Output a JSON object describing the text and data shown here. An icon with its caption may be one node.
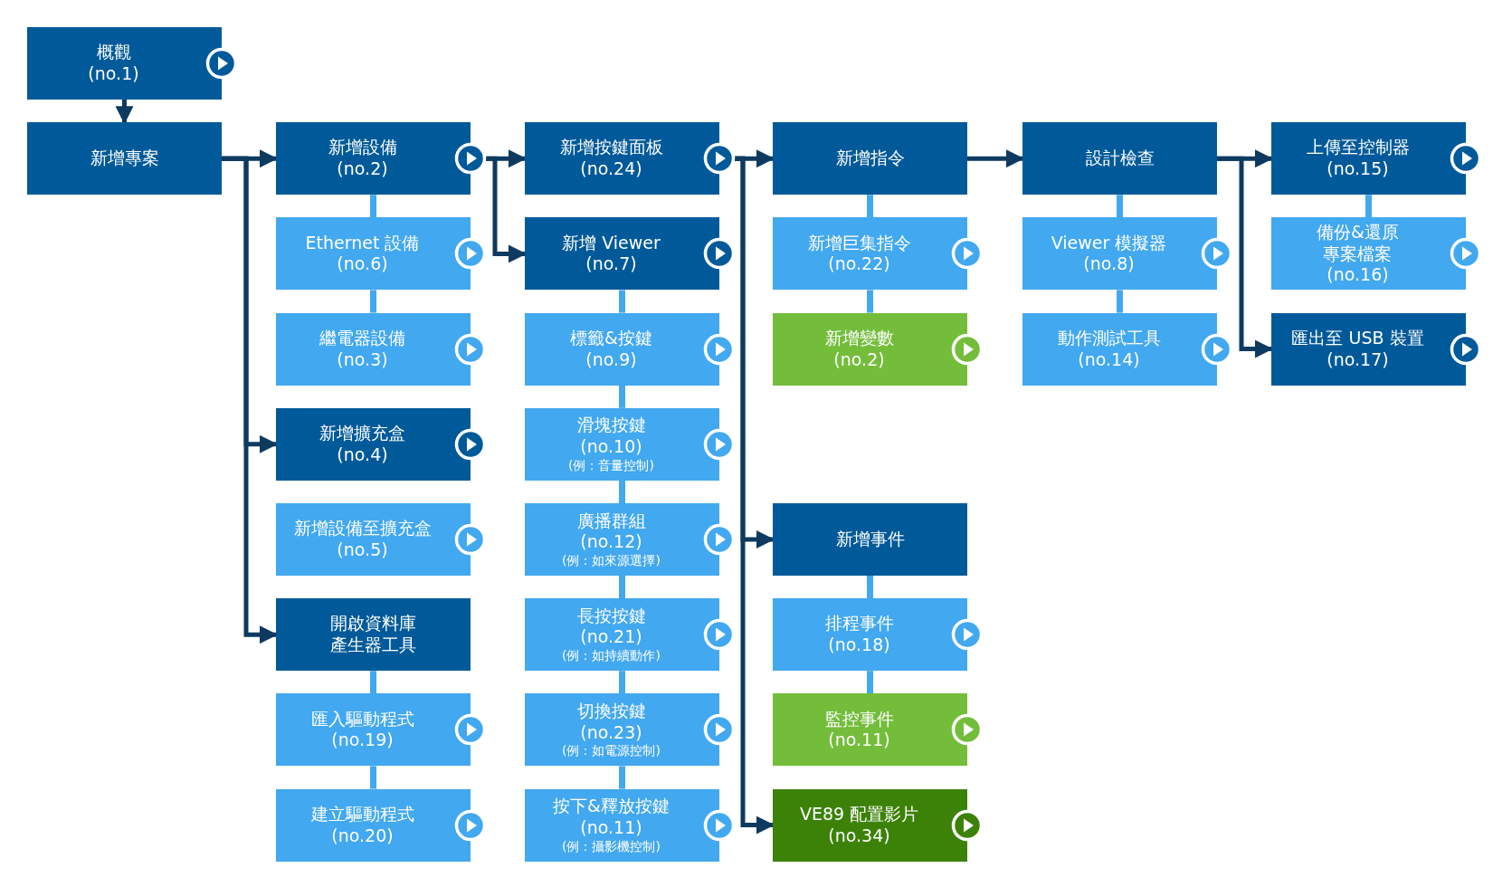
{
  "diagram": {
    "nodes": [
      {
        "text": [
          "概觀",
          "(no.1)"
        ]
      },
      {
        "text": [
          "新增專案"
        ]
      },
      {
        "text": [
          "新增設備",
          "(no.2)"
        ]
      },
      {
        "text": [
          "Ethernet 設備",
          "(no.6)"
        ]
      },
      {
        "text": [
          "繼電器設備",
          "(no.3)"
        ]
      },
      {
        "text": [
          "新增擴充盒",
          "(no.4)"
        ]
      },
      {
        "text": [
          "新增設備至擴充盒",
          "(no.5)"
        ]
      },
      {
        "text": [
          "開啟資料庫產生器工具"
        ]
      },
      {
        "text": [
          "匯入驅動程式",
          "(no.19)"
        ]
      },
      {
        "text": [
          "建立驅動程式",
          "(no.20)"
        ]
      },
      {
        "text": [
          "新增按鍵面板",
          "(no.24)"
        ]
      },
      {
        "text": [
          "新增 Viewer",
          "(no.7)"
        ]
      },
      {
        "text": [
          "標籤&按鍵",
          "(no.9)"
        ]
      },
      {
        "text": [
          "滑塊按鍵",
          "(no.10)",
          "(例：音量控制)"
        ]
      },
      {
        "text": [
          "廣播群組",
          "(no.12)",
          "(例：如來源選擇)"
        ]
      },
      {
        "text": [
          "長按按鍵",
          "(no.21)",
          "(例：如持續動作)"
        ]
      },
      {
        "text": [
          "切換按鍵",
          "(no.23)",
          "(例：如電源控制)"
        ]
      },
      {
        "text": [
          "按下&釋放按鍵",
          "(no.11)",
          "(例：攝影機控制)"
        ]
      },
      {
        "text": [
          "新增指令"
        ]
      },
      {
        "text": [
          "新增巨集指令",
          "(no.22)"
        ]
      },
      {
        "text": [
          "新增變數",
          "(no.2)"
        ]
      },
      {
        "text": [
          "新增事件"
        ]
      },
      {
        "text": [
          "排程事件",
          "(no.18)"
        ]
      },
      {
        "text": [
          "監控事件",
          "(no.11)"
        ]
      },
      {
        "text": [
          "VE89 配置影片",
          "(no.34)"
        ]
      },
      {
        "text": [
          "設計檢查"
        ]
      },
      {
        "text": [
          "Viewer 模擬器",
          "(no.8)"
        ]
      },
      {
        "text": [
          "動作測試工具",
          "(no.14)"
        ]
      },
      {
        "text": [
          "上傳至控制器",
          "(no.15)"
        ]
      },
      {
        "text": [
          "備份&還原專案檔案",
          "(no.16)"
        ]
      },
      {
        "text": [
          "匯出至 USB 裝置",
          "(no.17)"
        ]
      }
    ],
    "edges": [
      {
        "from": 0,
        "to": 1,
        "arrow": "to",
        "color": "#0e3a5f"
      },
      {
        "from": 1,
        "to": 2,
        "arrow": "to",
        "color": "#0e3a5f"
      },
      {
        "from": 1,
        "to": 5,
        "arrow": "to",
        "color": "#0e3a5f"
      },
      {
        "from": 1,
        "to": 7,
        "arrow": "to",
        "color": "#0e3a5f"
      },
      {
        "from": 2,
        "to": 10,
        "arrow": "to",
        "color": "#0e3a5f"
      },
      {
        "from": 2,
        "to": 11,
        "arrow": "to",
        "color": "#0e3a5f"
      },
      {
        "from": 10,
        "to": 18,
        "arrow": "to",
        "color": "#0e3a5f"
      },
      {
        "from": 10,
        "to": 21,
        "arrow": "to",
        "color": "#0e3a5f"
      },
      {
        "from": 10,
        "to": 24,
        "arrow": "to",
        "color": "#0e3a5f"
      },
      {
        "from": 18,
        "to": 25,
        "arrow": "to",
        "color": "#0e3a5f"
      },
      {
        "from": 25,
        "to": 28,
        "arrow": "to",
        "color": "#0e3a5f"
      },
      {
        "from": 25,
        "to": 30,
        "arrow": "to",
        "color": "#0e3a5f"
      },
      {
        "from": 2,
        "to": 3,
        "arrow": "none"
      },
      {
        "from": 3,
        "to": 4,
        "arrow": "none"
      },
      {
        "from": 7,
        "to": 8,
        "arrow": "none"
      },
      {
        "from": 8,
        "to": 9,
        "arrow": "none"
      },
      {
        "from": 11,
        "to": 12,
        "arrow": "none"
      },
      {
        "from": 12,
        "to": 13,
        "arrow": "none"
      },
      {
        "from": 13,
        "to": 14,
        "arrow": "none"
      },
      {
        "from": 14,
        "to": 15,
        "arrow": "none"
      },
      {
        "from": 15,
        "to": 16,
        "arrow": "none"
      },
      {
        "from": 16,
        "to": 17,
        "arrow": "none"
      },
      {
        "from": 18,
        "to": 19,
        "arrow": "none"
      },
      {
        "from": 19,
        "to": 20,
        "arrow": "none"
      },
      {
        "from": 21,
        "to": 22,
        "arrow": "none"
      },
      {
        "from": 22,
        "to": 23,
        "arrow": "none"
      },
      {
        "from": 25,
        "to": 26,
        "arrow": "none"
      },
      {
        "from": 26,
        "to": 27,
        "arrow": "none"
      },
      {
        "from": 28,
        "to": 29,
        "arrow": "none"
      }
    ]
  }
}
